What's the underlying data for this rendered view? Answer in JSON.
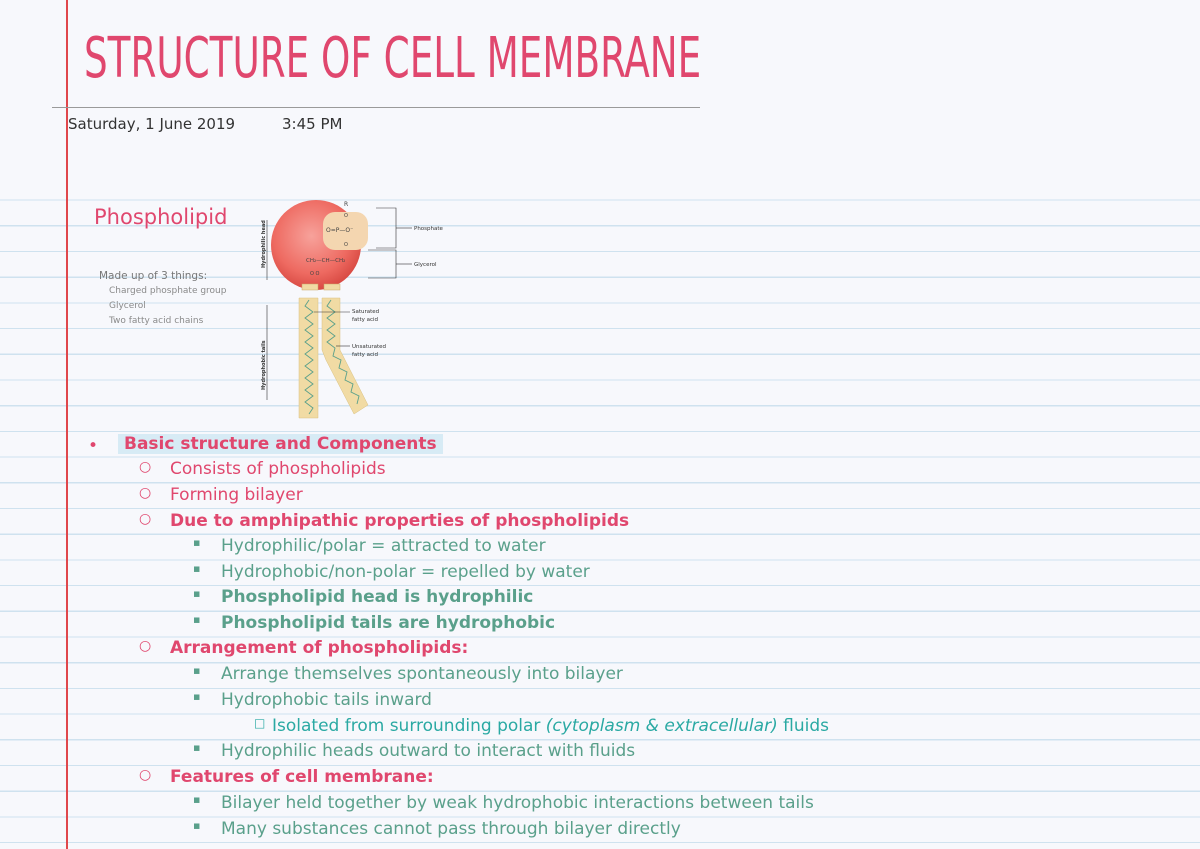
{
  "page": {
    "title": "STRUCTURE OF CELL MEMBRANE",
    "date": "Saturday, 1 June 2019",
    "time": "3:45 PM"
  },
  "phospholipid": {
    "heading": "Phospholipid",
    "made_up_of": "Made up of 3 things:",
    "components": [
      "Charged phosphate group",
      "Glycerol",
      "Two fatty acid chains"
    ],
    "diagram": {
      "head_label": "Hydrophilic head",
      "tail_label": "Hydrophobic tails",
      "callouts": {
        "phosphate": "Phosphate",
        "glycerol": "Glycerol",
        "saturated_1": "Saturated",
        "saturated_2": "fatty acid",
        "unsaturated_1": "Unsaturated",
        "unsaturated_2": "fatty acid"
      },
      "chem": {
        "r": "R",
        "o_top": "O",
        "phosphate": "O=P—O⁻",
        "o_bottom": "O",
        "glycerol": "CH₂—CH—CH₂",
        "ester": "O   O"
      }
    }
  },
  "notes": {
    "heading": "Basic structure and Components",
    "l1": "Consists of phospholipids",
    "l2": "Forming bilayer",
    "l3": "Due to amphipathic properties of phospholipids",
    "l3a": "Hydrophilic/polar = attracted to water",
    "l3b": "Hydrophobic/non-polar = repelled by water",
    "l3c": "Phospholipid head is hydrophilic",
    "l3d": "Phospholipid tails are hydrophobic",
    "l4": "Arrangement of phospholipids:",
    "l4a": "Arrange themselves spontaneously into bilayer",
    "l4b": "Hydrophobic tails inward",
    "l4b1_pre": "Isolated from surrounding polar ",
    "l4b1_italic": "(cytoplasm & extracellular)",
    "l4b1_post": " fluids",
    "l4c": "Hydrophilic heads outward to interact with fluids",
    "l5": "Features of cell membrane:",
    "l5a": "Bilayer held together by weak hydrophobic interactions between tails",
    "l5b": "Many substances cannot pass through bilayer directly"
  },
  "colors": {
    "pink": "#e0476e",
    "green": "#5aa08b",
    "teal": "#2aa9a3",
    "margin": "#e0474c",
    "rule": "#cfe2ef"
  }
}
